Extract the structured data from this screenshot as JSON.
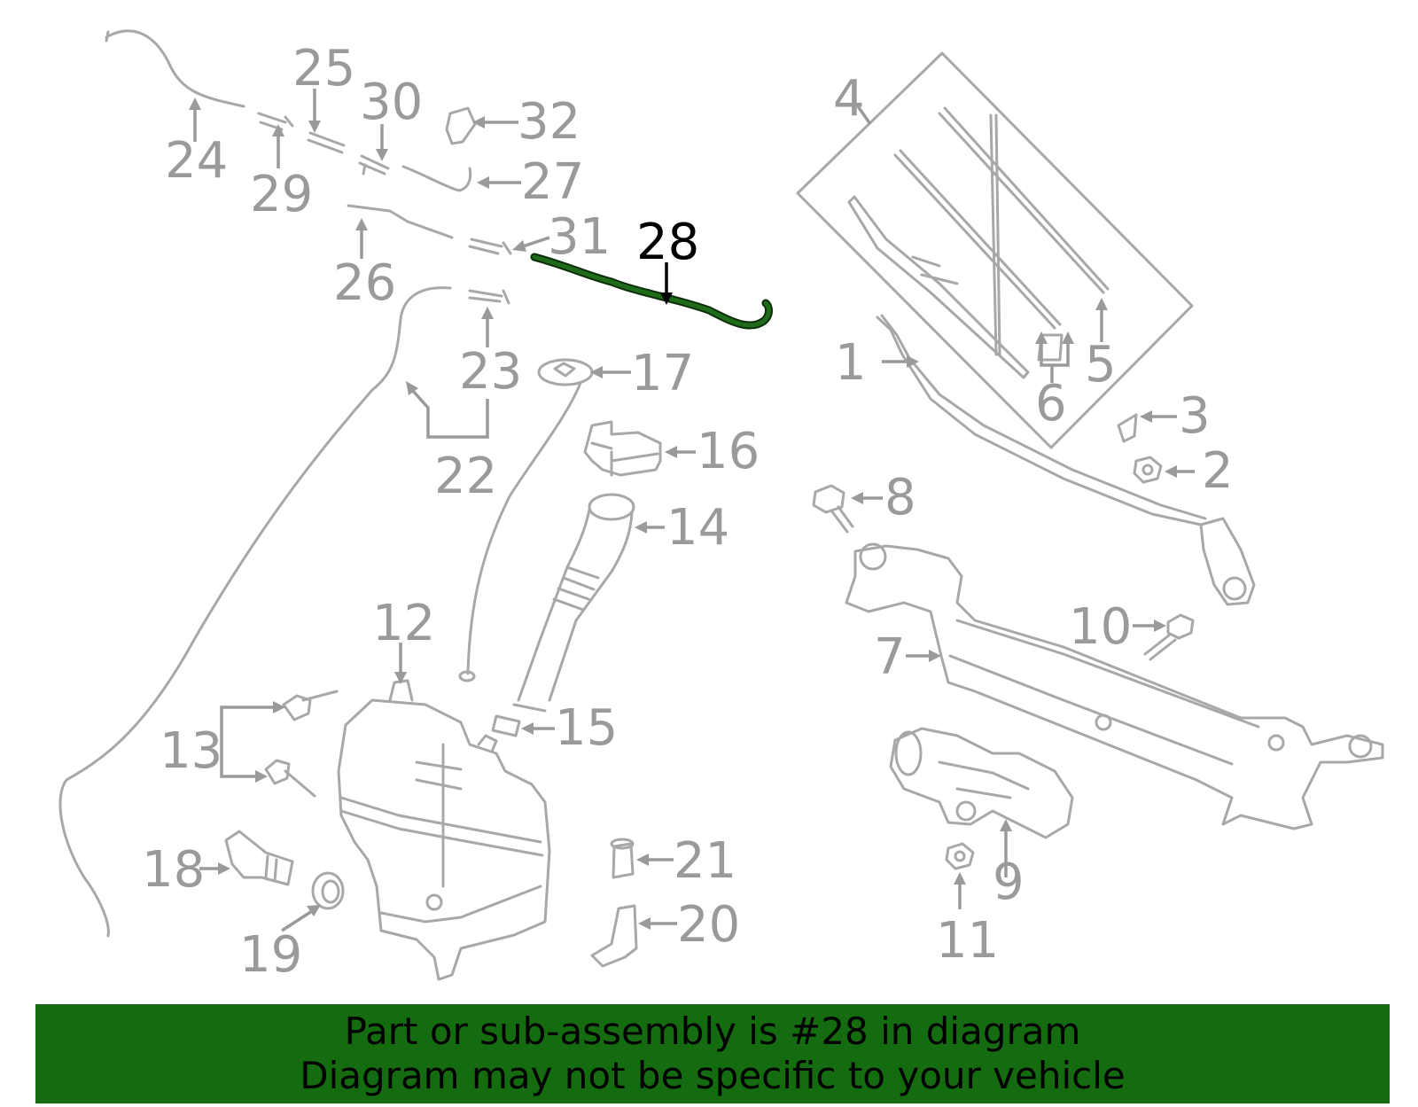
{
  "diagram": {
    "highlighted_part": "28",
    "highlight_color": "#1e6b1a",
    "labels": {
      "p1": "1",
      "p2": "2",
      "p3": "3",
      "p4": "4",
      "p5": "5",
      "p6": "6",
      "p7": "7",
      "p8": "8",
      "p9": "9",
      "p10": "10",
      "p11": "11",
      "p12": "12",
      "p13": "13",
      "p14": "14",
      "p15": "15",
      "p16": "16",
      "p17": "17",
      "p18": "18",
      "p19": "19",
      "p20": "20",
      "p21": "21",
      "p22": "22",
      "p23": "23",
      "p24": "24",
      "p25": "25",
      "p26": "26",
      "p27": "27",
      "p28": "28",
      "p29": "29",
      "p30": "30",
      "p31": "31",
      "p32": "32"
    }
  },
  "banner": {
    "line1": "Part or sub-assembly is #28 in diagram",
    "line2": "Diagram may not be specific to your vehicle",
    "background": "#156b0f"
  }
}
